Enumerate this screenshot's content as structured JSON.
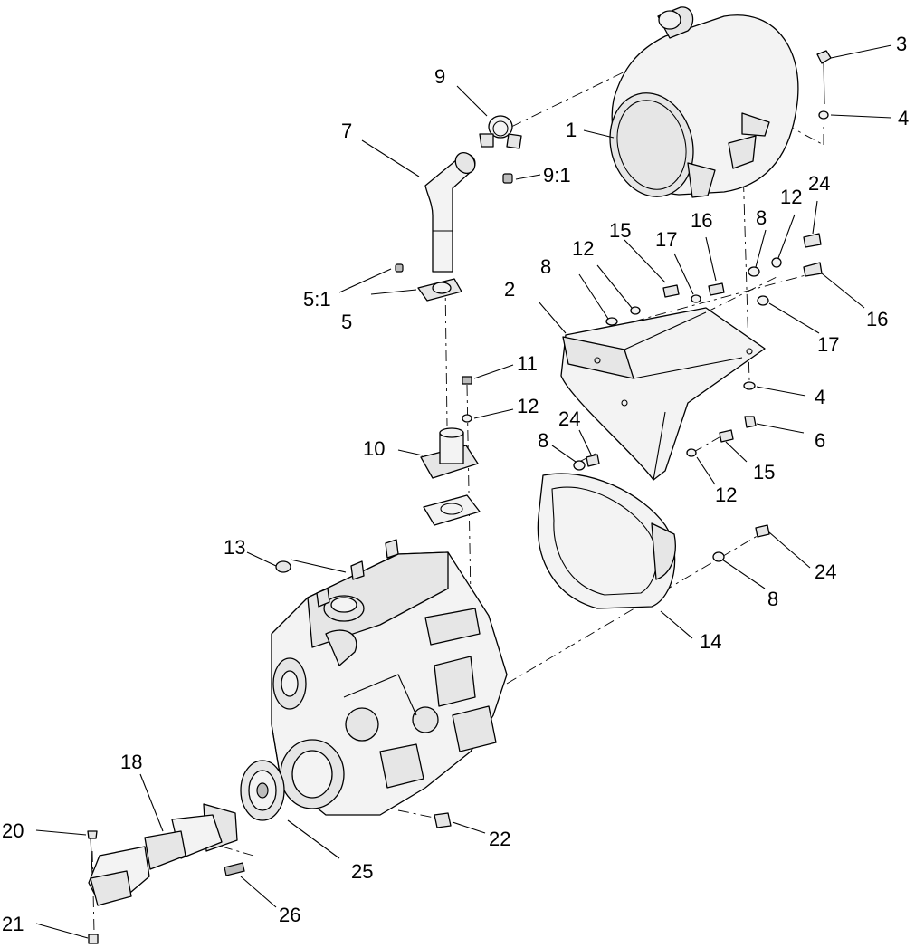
{
  "callouts": {
    "c1": "1",
    "c2": "2",
    "c3": "3",
    "c4a": "4",
    "c4b": "4",
    "c5": "5",
    "c5_1": "5:1",
    "c6": "6",
    "c7": "7",
    "c8a": "8",
    "c8b": "8",
    "c8c": "8",
    "c8d": "8",
    "c9": "9",
    "c9_1": "9:1",
    "c10": "10",
    "c11": "11",
    "c12a": "12",
    "c12b": "12",
    "c12c": "12",
    "c12d": "12",
    "c13": "13",
    "c14": "14",
    "c15a": "15",
    "c15b": "15",
    "c16a": "16",
    "c16b": "16",
    "c17a": "17",
    "c17b": "17",
    "c18": "18",
    "c20": "20",
    "c21": "21",
    "c22": "22",
    "c24a": "24",
    "c24b": "24",
    "c24c": "24",
    "c25": "25",
    "c26": "26"
  }
}
